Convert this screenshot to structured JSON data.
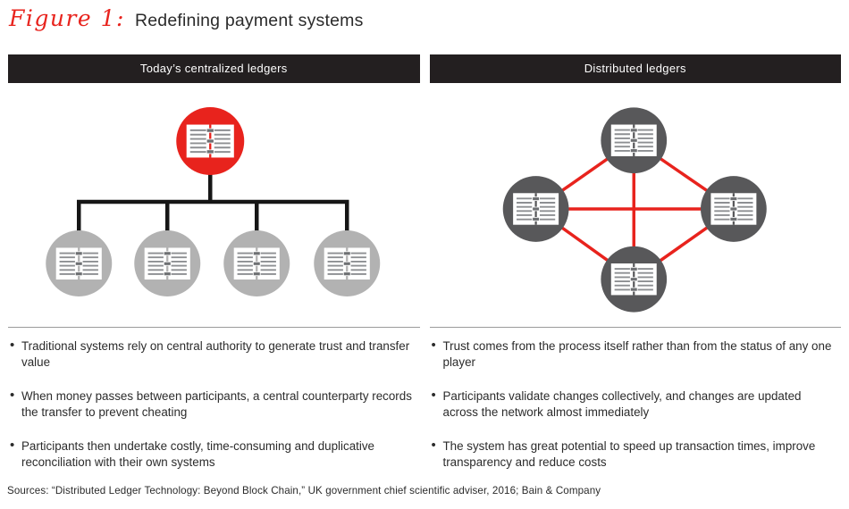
{
  "title": {
    "figure_label": "Figure 1:",
    "figure_title": "Redefining payment systems"
  },
  "panels": [
    {
      "header": "Today’s centralized ledgers",
      "diagram": {
        "type": "tree",
        "central_nodes": 1,
        "participant_nodes": 4,
        "node_icon": "open-ledger-book-icon"
      },
      "bullets": [
        "Traditional systems rely on central authority to generate trust and transfer value",
        "When money passes between participants, a central counterparty records the transfer to prevent cheating",
        "Participants then undertake costly, time-consuming and duplicative reconciliation with their own systems"
      ]
    },
    {
      "header": "Distributed ledgers",
      "diagram": {
        "type": "mesh",
        "nodes": 4,
        "fully_connected": true,
        "node_icon": "open-ledger-book-icon"
      },
      "bullets": [
        "Trust comes from the process itself rather than from the status of any one player",
        "Participants validate changes collectively, and changes are updated across the network almost immediately",
        "The system has great potential to speed up transaction times, improve transparency and reduce costs"
      ]
    }
  ],
  "sources": "Sources: “Distributed Ledger Technology: Beyond Block Chain,” UK government chief scientific adviser, 2016; Bain & Company",
  "colors": {
    "accent_red": "#e8231d",
    "header_bar_bg": "#231f20",
    "header_bar_text": "#ffffff",
    "central_node": "#e8231d",
    "participant_node": "#b2b2b2",
    "distributed_node": "#58585a",
    "connector_black": "#161616",
    "rule_gray": "#9a9a9a",
    "body_text": "#2b2b2b"
  }
}
